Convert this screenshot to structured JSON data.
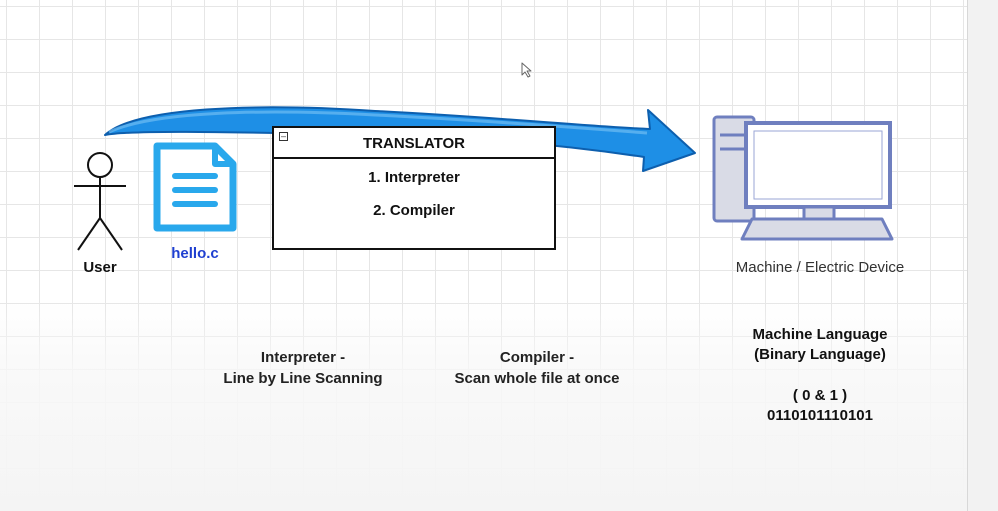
{
  "colors": {
    "arrow_fill": "#1e8fe6",
    "file_icon": "#29a8ec",
    "file_label": "#1f3fd0",
    "computer_stroke": "#6f7fbf",
    "computer_fill": "#d9dbe6"
  },
  "icons": {
    "user": "stick-figure-icon",
    "file": "document-icon",
    "machine": "desktop-computer-icon",
    "cursor": "mouse-pointer-icon",
    "collapse": "collapse-box-icon"
  },
  "user": {
    "label": "User"
  },
  "file": {
    "label": "hello.c"
  },
  "translator": {
    "title": "TRANSLATOR",
    "items": [
      "1. Interpreter",
      "2. Compiler"
    ]
  },
  "machine": {
    "label": "Machine / Electric Device"
  },
  "notes": {
    "interpreter": {
      "line1": "Interpreter -",
      "line2": "Line by Line Scanning"
    },
    "compiler": {
      "line1": "Compiler -",
      "line2": "Scan whole file at once"
    }
  },
  "machine_language": {
    "title": "Machine Language",
    "subtitle": "(Binary Language)",
    "digits": "( 0 & 1 )",
    "example": "0110101110101"
  }
}
